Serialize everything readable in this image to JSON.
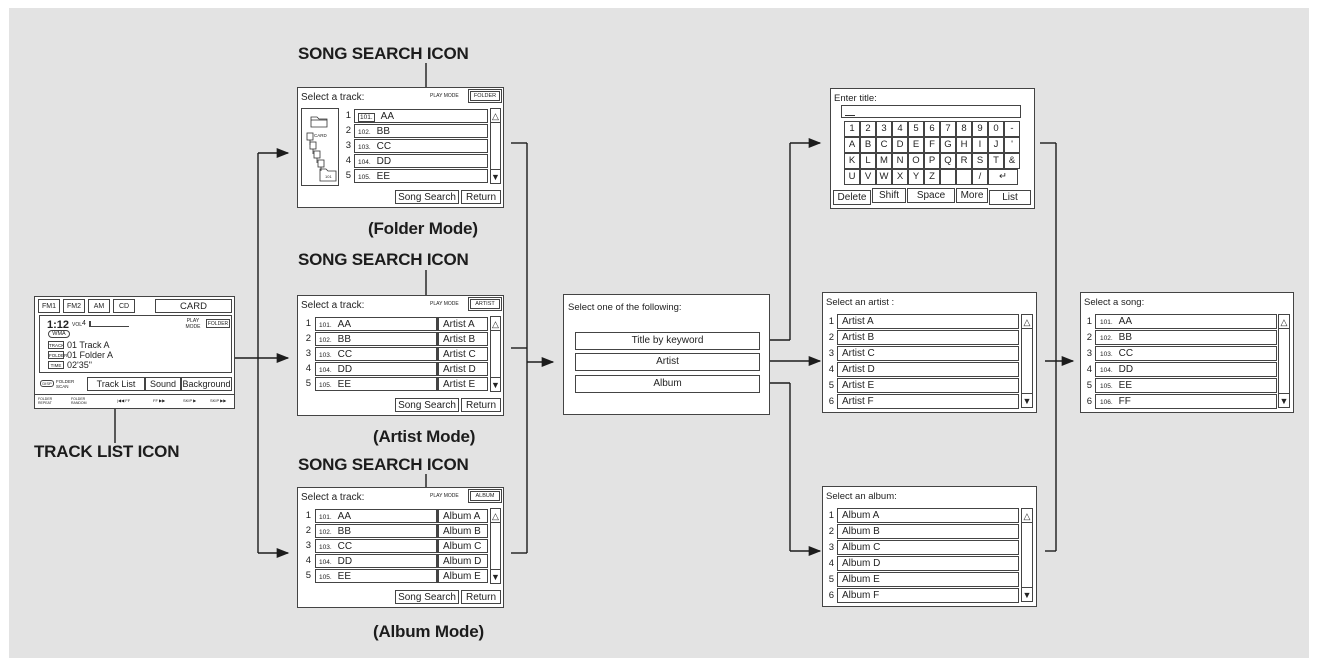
{
  "labels": {
    "song_search_icon": "SONG SEARCH ICON",
    "track_list_icon": "TRACK LIST ICON",
    "folder_mode": "(Folder Mode)",
    "artist_mode": "(Artist Mode)",
    "album_mode": "(Album Mode)"
  },
  "main": {
    "tabs": [
      "FM1",
      "FM2",
      "AM",
      "CD"
    ],
    "card": "CARD",
    "time_big": "1:12",
    "vol": "VOL",
    "vol_level": "4",
    "wma": "WMA",
    "play_mode": "PLAY MODE",
    "folder_badge": "FOLDER",
    "track_tag": "TRACK",
    "track_value": "01 Track A",
    "folder_tag": "FOLDER",
    "folder_value": "01 Folder A",
    "time_tag": "TIME",
    "time_value": "02'35\"",
    "disp_badge": "DISP",
    "folder_scan": "FOLDER SCAN",
    "buttons": [
      "Track List",
      "Sound",
      "Background"
    ],
    "bottom": [
      "FOLDER REPEAT",
      "FOLDER RANDOM",
      "|◀◀ FF",
      "FF ▶▶",
      "SKIP ▶",
      "SKIP ▶▶"
    ]
  },
  "track_screen": {
    "title": "Select a track:",
    "play_mode": "PLAY MODE",
    "song_search": "Song Search",
    "return": "Return",
    "codes": [
      "101.",
      "102.",
      "103.",
      "104.",
      "105."
    ],
    "songs": [
      "AA",
      "BB",
      "CC",
      "DD",
      "EE"
    ],
    "numbers": [
      "1",
      "2",
      "3",
      "4",
      "5"
    ]
  },
  "folder_screen": {
    "mode_badge": "FOLDER",
    "card_label": "CARD",
    "folder_icon_label": "101"
  },
  "artist_screen": {
    "mode_badge": "ARTIST",
    "artists": [
      "Artist A",
      "Artist B",
      "Artist C",
      "Artist D",
      "Artist E"
    ]
  },
  "album_screen": {
    "mode_badge": "ALBUM",
    "albums": [
      "Album A",
      "Album B",
      "Album C",
      "Album D",
      "Album E"
    ]
  },
  "select_following": {
    "title": "Select one of the following:",
    "options": [
      "Title by keyword",
      "Artist",
      "Album"
    ]
  },
  "keyboard_screen": {
    "title": "Enter title:",
    "rows": [
      [
        "1",
        "2",
        "3",
        "4",
        "5",
        "6",
        "7",
        "8",
        "9",
        "0",
        "-"
      ],
      [
        "A",
        "B",
        "C",
        "D",
        "E",
        "F",
        "G",
        "H",
        "I",
        "J",
        "'"
      ],
      [
        "K",
        "L",
        "M",
        "N",
        "O",
        "P",
        "Q",
        "R",
        "S",
        "T",
        "&"
      ],
      [
        "U",
        "V",
        "W",
        "X",
        "Y",
        "Z",
        "",
        "",
        "/",
        "↵"
      ]
    ],
    "bottom": [
      "Delete",
      "Shift",
      "Space",
      "More",
      "List"
    ]
  },
  "artist_list": {
    "title": "Select an artist :",
    "items": [
      "Artist A",
      "Artist B",
      "Artist C",
      "Artist D",
      "Artist E",
      "Artist F"
    ],
    "numbers": [
      "1",
      "2",
      "3",
      "4",
      "5",
      "6"
    ]
  },
  "album_list": {
    "title": "Select an album:",
    "items": [
      "Album A",
      "Album B",
      "Album C",
      "Album D",
      "Album E",
      "Album F"
    ],
    "numbers": [
      "1",
      "2",
      "3",
      "4",
      "5",
      "6"
    ]
  },
  "song_list": {
    "title": "Select a song:",
    "codes": [
      "101.",
      "102.",
      "103.",
      "104.",
      "105.",
      "106."
    ],
    "items": [
      "AA",
      "BB",
      "CC",
      "DD",
      "EE",
      "FF"
    ],
    "numbers": [
      "1",
      "2",
      "3",
      "4",
      "5",
      "6"
    ]
  }
}
